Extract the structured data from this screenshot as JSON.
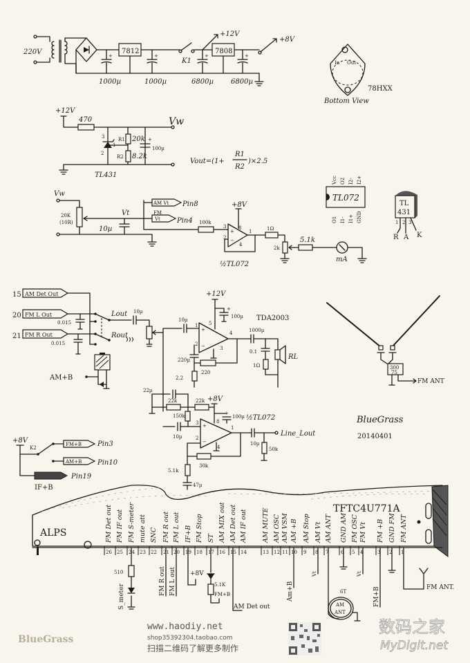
{
  "power_supply": {
    "input_voltage": "220V",
    "regulator1": "7812",
    "regulator2": "7808",
    "switch": "K1",
    "caps": [
      "1000µ",
      "1000µ",
      "6800µ",
      "6800µ"
    ],
    "out_12v": "+12V",
    "out_8v": "+8V"
  },
  "regulator_pinout": {
    "in_label": "In",
    "out_label": "Out",
    "part": "78HXX",
    "view": "Bottom View"
  },
  "reference": {
    "supply": "+12V",
    "resistor": "470",
    "r1_label": "R1",
    "r1_value": "20k",
    "r2_label": "R2",
    "r2_value": "8.2k",
    "cap": "100µ",
    "output": "Vw",
    "pin3": "3",
    "pin2": "2",
    "pin1": "1",
    "ic": "TL431",
    "formula_left": "Vout=(1+",
    "formula_num": "R1",
    "formula_den": "R2",
    "formula_right": ")×2.5"
  },
  "tuning": {
    "input": "Vw",
    "pot": "20K",
    "pot_sub": "(10R)",
    "node": "Vt",
    "cap": "10µ",
    "am_tag": "AM Vt",
    "am_pin": "Pin8",
    "fm_label": "FM",
    "fm_tag": "Vt",
    "fm_pin": "Pin4",
    "r_in": "100k",
    "supply": "+8V",
    "opamp": "½TL072",
    "opamp_pins": [
      "3",
      "2",
      "8",
      "4",
      "1"
    ],
    "r_out": "1Ω",
    "trim": "2k",
    "r_meter": "5.1k",
    "meter": "mA"
  },
  "tl072_pinout": {
    "top_pins": [
      "Vcc",
      "O2",
      "I2-",
      "I2+"
    ],
    "bottom_pins": [
      "O1",
      "I1-",
      "I1+",
      "GND"
    ],
    "part": "TL072"
  },
  "tl431_pinout": {
    "part_line1": "TL",
    "part_line2": "431",
    "pin_numbers": [
      "1",
      "2",
      "3"
    ],
    "pin_names": [
      "R",
      "A",
      "K"
    ]
  },
  "audio_select": {
    "inputs": [
      {
        "pin": "15",
        "label": "AM Det Out"
      },
      {
        "pin": "20",
        "label": "FM L Out"
      },
      {
        "pin": "21",
        "label": "FM R Out"
      }
    ],
    "caps": [
      "0.015",
      "0.015"
    ],
    "lout": "Lout",
    "rout": "Rout",
    "coupling": "10µ",
    "relay_label": "AM+B"
  },
  "power_amp": {
    "supply": "+12V",
    "ic": "TDA2003",
    "in_cap": "10µ",
    "supply_cap": "100µ",
    "out_cap": "1000µ",
    "fb_cap": "220µ",
    "fb_r1": "2.2",
    "fb_r2": "220",
    "zobel_c": "0.1",
    "zobel_r": "1Ω",
    "load": "RL",
    "pins": [
      "1",
      "2",
      "3",
      "4",
      "5"
    ]
  },
  "line_amp": {
    "supply": "+8V",
    "opamp": "½TL072",
    "c_top": "22µ",
    "r_top": "22k",
    "r_bias": "22k",
    "r_pd": "150k",
    "c_in": "10µ",
    "c_sup": "100µ",
    "c_out": "10µ",
    "r_load": "50k",
    "r_fb": "30k",
    "r_g": "5.1k",
    "c_g": "47µ",
    "output": "Line_Lout",
    "pins": [
      "3",
      "2",
      "8",
      "4",
      "1"
    ]
  },
  "antenna": {
    "balun_top": "300",
    "balun_bottom": "75",
    "output": "FM ANT"
  },
  "signature": {
    "name": "BlueGrass",
    "date": "20140401"
  },
  "band_switch": {
    "supply": "+8V",
    "switch": "K2",
    "fm_tag": "FM+B",
    "fm_pin": "Pin3",
    "am_tag": "AM+B",
    "am_pin": "Pin10",
    "if_pin": "Pin19",
    "if_label": "IF+B"
  },
  "module": {
    "brand": "ALPS",
    "model": "TFTC4U771A",
    "pins": [
      {
        "n": "26",
        "label": "FM Det out"
      },
      {
        "n": "25",
        "label": "FM IF out"
      },
      {
        "n": "24",
        "label": "FM S-meter"
      },
      {
        "n": "23",
        "label": "mute att"
      },
      {
        "n": "22",
        "label": "SNC"
      },
      {
        "n": "21",
        "label": "FM R out"
      },
      {
        "n": "20",
        "label": "FM L out"
      },
      {
        "n": "19",
        "label": "IF+B"
      },
      {
        "n": "18",
        "label": "FM Stop"
      },
      {
        "n": "17",
        "label": "ST"
      },
      {
        "n": "16",
        "label": "AM MIX out"
      },
      {
        "n": "15",
        "label": "AM Det out"
      },
      {
        "n": "14",
        "label": "AM IF out"
      },
      {
        "n": "13",
        "label": "AM MUTE"
      },
      {
        "n": "12",
        "label": "AM OSC"
      },
      {
        "n": "11",
        "label": "AM VSM"
      },
      {
        "n": "10",
        "label": "AM +B"
      },
      {
        "n": "9",
        "label": "AM Stop"
      },
      {
        "n": "8",
        "label": "AM Vt"
      },
      {
        "n": "7",
        "label": "AM ANT"
      },
      {
        "n": "6",
        "label": "GND AM"
      },
      {
        "n": "5",
        "label": "FM OSC"
      },
      {
        "n": "4",
        "label": "FM Vt"
      },
      {
        "n": "3",
        "label": "FM +B"
      },
      {
        "n": "2",
        "label": "GND FM"
      },
      {
        "n": "1",
        "label": "FM ANT"
      }
    ]
  },
  "module_connections": {
    "r_smeter": "510",
    "smeter": "S_meter",
    "fm_r_out": "FM R out",
    "fm_l_out": "FM L out",
    "plus8": "+8V",
    "r_led": "5.1K",
    "fm_b": "FM+B",
    "am_det": "AM Det out",
    "am_b": "Am+B",
    "vt1": "Vt",
    "vt2": "Vt",
    "fm_b2": "FM+B",
    "loop_top": "6T",
    "loop_line1": "AM",
    "loop_line2": "ANT",
    "fm_ant": "FM ANT."
  },
  "watermark": {
    "brand": "BlueGrass",
    "site": "www.haodiy.net",
    "shop": "shop35392304.taobao.com",
    "scan": "扫描二维码了解更多制作",
    "cn_logo": "数码之家",
    "en_logo": "MyDigit.net"
  }
}
